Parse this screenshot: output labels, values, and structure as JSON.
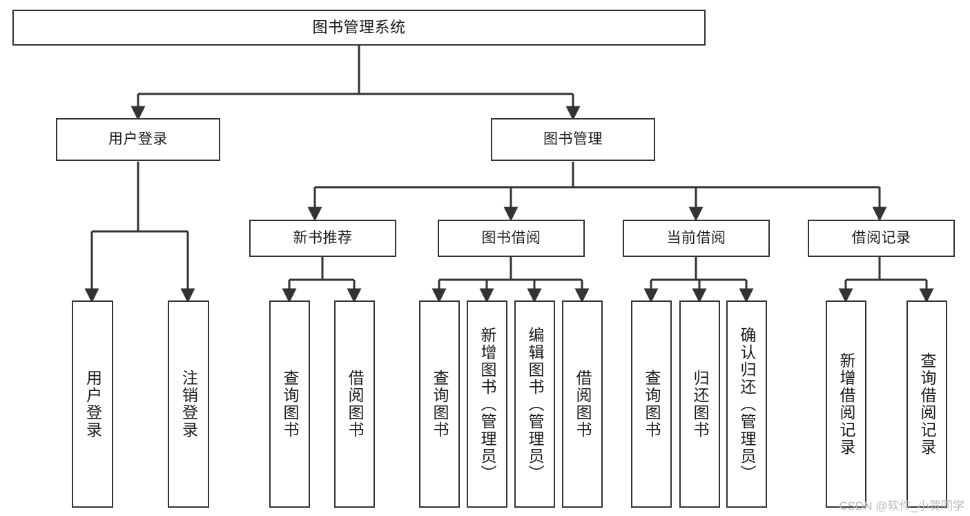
{
  "diagram": {
    "title": "图书管理系统",
    "type": "tree",
    "watermark": "CSDN @软件_小贺同学",
    "colors": {
      "node_border": "#333333",
      "node_fill": "#ffffff",
      "edge": "#333333",
      "text": "#1a1a1a",
      "watermark": "#b9b9b9",
      "background": "#ffffff"
    },
    "nodes": {
      "root": {
        "label": "图书管理系统"
      },
      "level1": [
        {
          "id": "user-login",
          "label": "用户登录"
        },
        {
          "id": "book-manage",
          "label": "图书管理"
        }
      ],
      "level2": [
        {
          "id": "new-book-rec",
          "label": "新书推荐"
        },
        {
          "id": "book-borrow",
          "label": "图书借阅"
        },
        {
          "id": "current-borrow",
          "label": "当前借阅"
        },
        {
          "id": "borrow-record",
          "label": "借阅记录"
        }
      ],
      "leaves": [
        {
          "id": "leaf-user-login",
          "label": "用户登录",
          "parent": "user-login"
        },
        {
          "id": "leaf-user-logout",
          "label": "注销登录",
          "parent": "user-login"
        },
        {
          "id": "leaf-query-book-1",
          "label": "查询图书",
          "parent": "new-book-rec"
        },
        {
          "id": "leaf-borrow-book-1",
          "label": "借阅图书",
          "parent": "new-book-rec"
        },
        {
          "id": "leaf-query-book-2",
          "label": "查询图书",
          "parent": "book-borrow"
        },
        {
          "id": "leaf-add-book",
          "label": "新增图书（管理员）",
          "parent": "book-borrow"
        },
        {
          "id": "leaf-edit-book",
          "label": "编辑图书（管理员）",
          "parent": "book-borrow"
        },
        {
          "id": "leaf-borrow-book-2",
          "label": "借阅图书",
          "parent": "book-borrow"
        },
        {
          "id": "leaf-query-book-3",
          "label": "查询图书",
          "parent": "current-borrow"
        },
        {
          "id": "leaf-return-book",
          "label": "归还图书",
          "parent": "current-borrow"
        },
        {
          "id": "leaf-confirm-return",
          "label": "确认归还（管理员）",
          "parent": "current-borrow"
        },
        {
          "id": "leaf-add-record",
          "label": "新增借阅记录",
          "parent": "borrow-record"
        },
        {
          "id": "leaf-query-record",
          "label": "查询借阅记录",
          "parent": "borrow-record"
        }
      ]
    }
  }
}
